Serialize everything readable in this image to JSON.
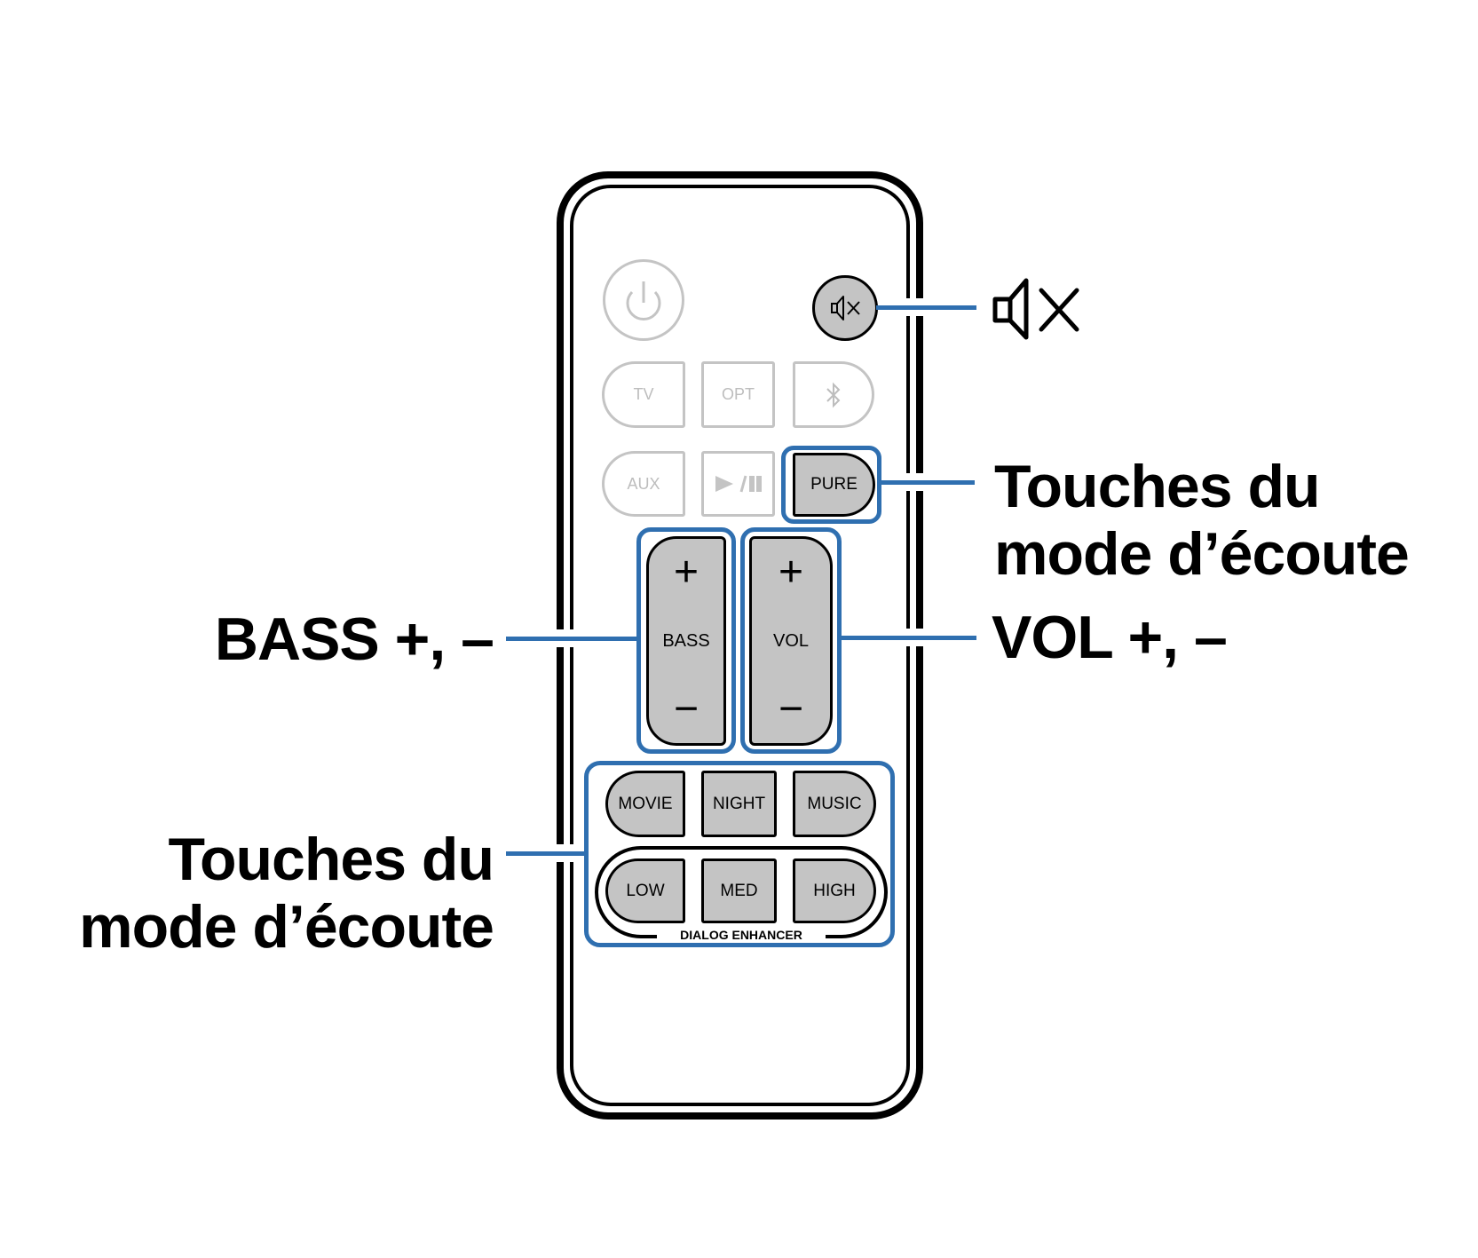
{
  "diagram": {
    "subject": "Remote control",
    "accent_color": "#2f6fb0",
    "button_fill_color": "#c4c4c4",
    "inactive_color": "#c4c4c4"
  },
  "remote": {
    "power_button": {
      "icon": "power-icon"
    },
    "mute_button": {
      "icon": "mute-icon"
    },
    "row1": [
      {
        "label": "TV"
      },
      {
        "label": "OPT"
      },
      {
        "label": "",
        "icon": "bluetooth-icon"
      }
    ],
    "row2": [
      {
        "label": "AUX"
      },
      {
        "label": "",
        "icon": "play-pause-icon"
      },
      {
        "label": "PURE"
      }
    ],
    "bass": {
      "plus": "+",
      "name": "BASS",
      "minus": "−"
    },
    "vol": {
      "plus": "+",
      "name": "VOL",
      "minus": "−"
    },
    "sound_modes": [
      {
        "label": "MOVIE"
      },
      {
        "label": "NIGHT"
      },
      {
        "label": "MUSIC"
      }
    ],
    "dialog_levels": [
      {
        "label": "LOW"
      },
      {
        "label": "MED"
      },
      {
        "label": "HIGH"
      }
    ],
    "dialog_enhancer_label": "DIALOG ENHANCER"
  },
  "callouts": {
    "mute": {
      "icon": "mute-icon"
    },
    "pure": {
      "line1": "Touches du",
      "line2": "mode d’écoute"
    },
    "bass": {
      "text": "BASS +, –"
    },
    "vol": {
      "text": "VOL +, –"
    },
    "sound_modes": {
      "line1": "Touches du",
      "line2": "mode d’écoute"
    }
  }
}
